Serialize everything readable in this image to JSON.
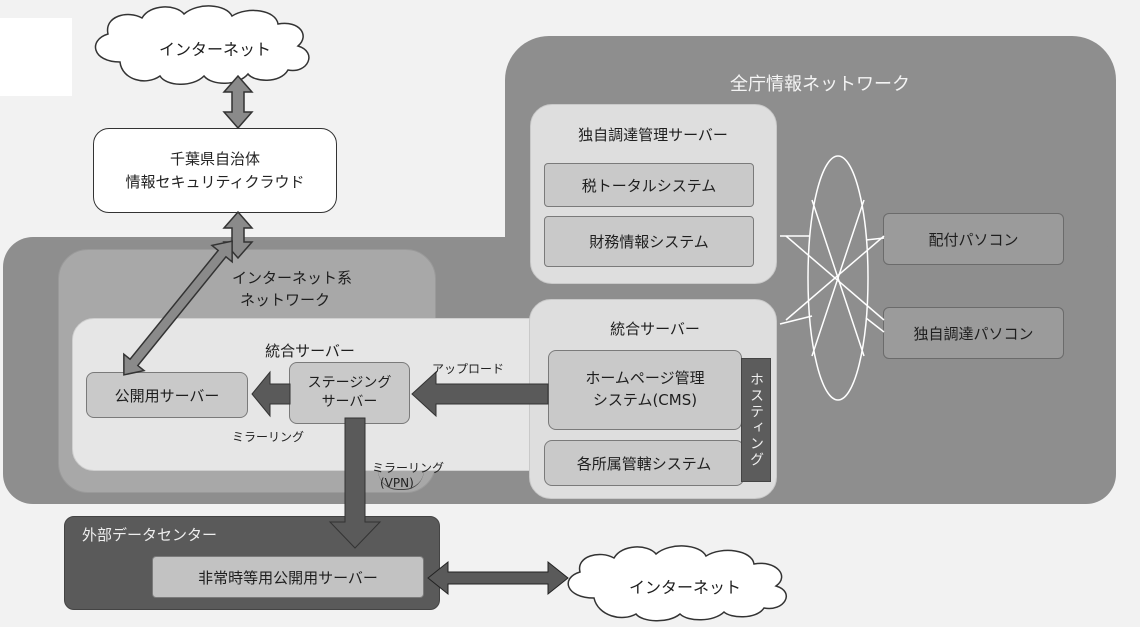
{
  "top_cloud": {
    "label": "インターネット"
  },
  "security_cloud": {
    "line1": "千葉県自治体",
    "line2": "情報セキュリティクラウド"
  },
  "main_network": {
    "title": "全庁情報ネットワーク"
  },
  "procurement_server": {
    "title": "独自調達管理サーバー",
    "systems": [
      "税トータルシステム",
      "財務情報システム"
    ]
  },
  "internet_network": {
    "title_line1": "インターネット系",
    "title_line2": "ネットワーク"
  },
  "integrated_server_left": {
    "title": "統合サーバー"
  },
  "public_server": {
    "label": "公開用サーバー"
  },
  "staging_server": {
    "line1": "ステージング",
    "line2": "サーバー"
  },
  "integrated_server_right": {
    "title": "統合サーバー",
    "cms_line1": "ホームページ管理",
    "cms_line2": "システム(CMS)",
    "dept_system": "各所属管轄システム",
    "hosting": "ホスティング"
  },
  "labels": {
    "upload": "アップロード",
    "mirroring_left": "ミラーリング",
    "mirroring_vpn": "ミラーリング",
    "vpn": "(VPN)"
  },
  "pcs": [
    "配付パソコン",
    "独自調達パソコン"
  ],
  "external_dc": {
    "title": "外部データセンター",
    "server": "非常時等用公開用サーバー"
  },
  "bottom_cloud": {
    "label": "インターネット"
  }
}
